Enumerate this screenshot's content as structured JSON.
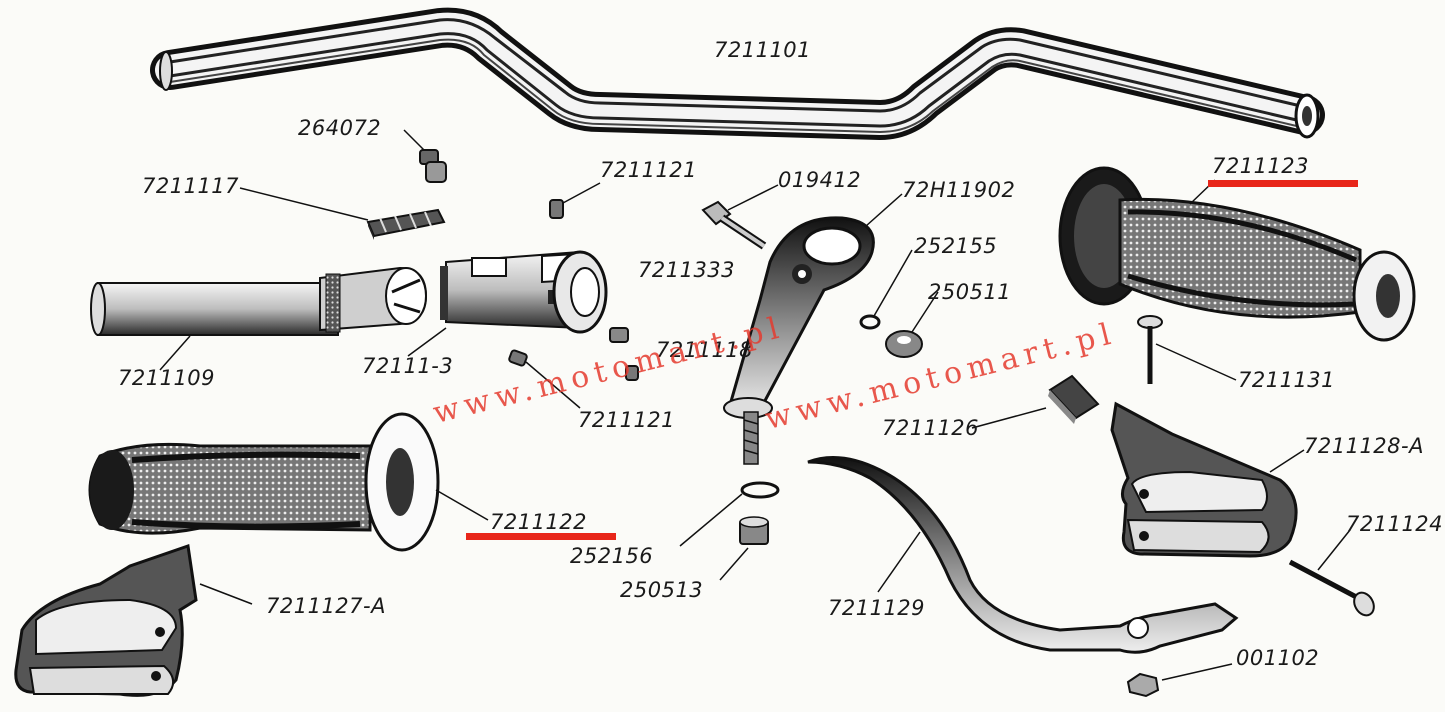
{
  "labels": {
    "p7211101": "7211101",
    "p264072": "264072",
    "p7211117": "7211117",
    "p7211121a": "7211121",
    "p019412": "019412",
    "p72H11902": "72H11902",
    "p7211123": "7211123",
    "p252155": "252155",
    "p250511": "250511",
    "p7211333": "7211333",
    "p7211118": "7211118",
    "p72111_3": "72111-3",
    "p7211109": "7211109",
    "p7211121b": "7211121",
    "p7211131": "7211131",
    "p7211126": "7211126",
    "p7211128A": "7211128-A",
    "p7211122": "7211122",
    "p252156": "252156",
    "p250513": "250513",
    "p7211124": "7211124",
    "p7211127A": "7211127-A",
    "p7211129": "7211129",
    "p001102": "001102"
  },
  "watermarks": {
    "left": "www.motomart.pl",
    "right": "www.motomart.pl"
  },
  "colors": {
    "ink": "#1a1a1a",
    "watermark": "#e53b2f",
    "highlight_underline": "#e8261a"
  }
}
